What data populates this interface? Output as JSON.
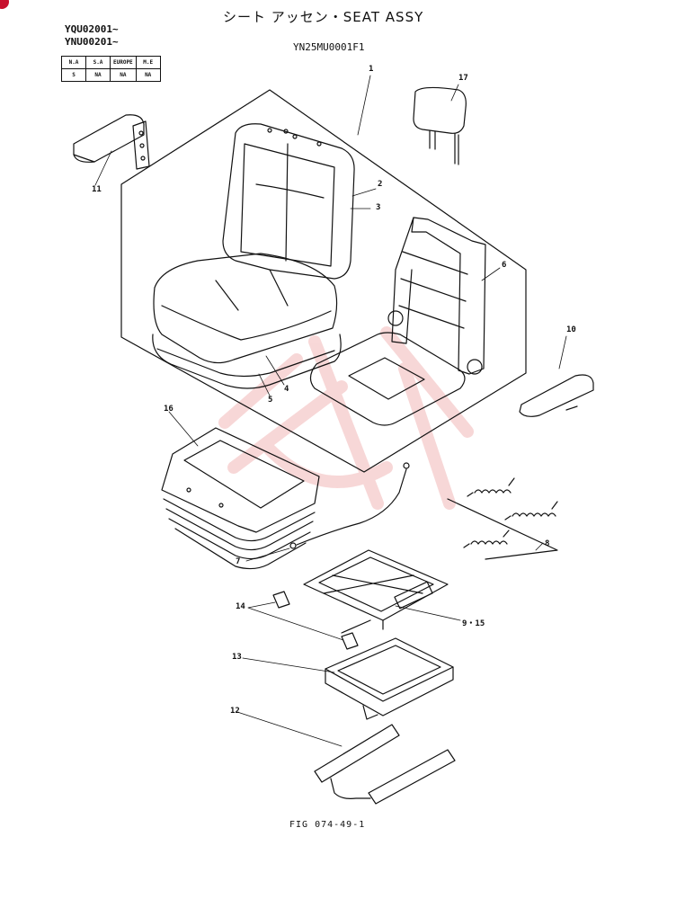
{
  "header": {
    "title": "シート アッセン・SEAT ASSY",
    "serials": [
      "YQU02001~",
      "YNU00201~"
    ],
    "model_code": "YN25MU0001F1"
  },
  "region_table": {
    "headers": [
      "N.A",
      "S.A",
      "EUROPE",
      "M.E"
    ],
    "values": [
      "S",
      "NA",
      "NA",
      "NA"
    ]
  },
  "callouts": {
    "c1": "1",
    "c2": "2",
    "c3": "3",
    "c4": "4",
    "c5": "5",
    "c6": "6",
    "c7": "7",
    "c8": "8",
    "c9_15": "9・15",
    "c10": "10",
    "c11": "11",
    "c12": "12",
    "c13": "13",
    "c14": "14",
    "c16": "16",
    "c17": "17"
  },
  "footer": {
    "figure": "FIG 074-49-1"
  },
  "colors": {
    "line": "#111111",
    "watermark": "#f2b8b8",
    "corner_mark": "#c8102e"
  }
}
